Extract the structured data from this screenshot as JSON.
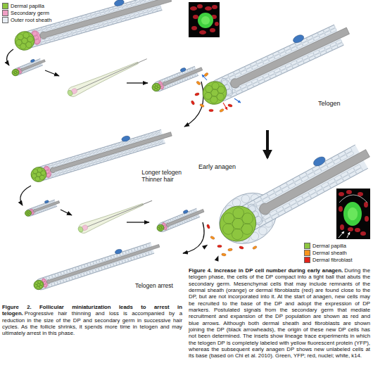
{
  "diagram": {
    "nodes": [
      {
        "text": [
          "Longer telogen",
          "Thinner hair"
        ]
      },
      {
        "text": [
          "Telogen arrest"
        ]
      },
      {
        "text": [
          "Telogen"
        ]
      },
      {
        "text": [
          "Early anagen"
        ]
      }
    ],
    "edges": [
      {
        "from": 2,
        "to": 3,
        "arrow": "to"
      }
    ],
    "labels": [
      "Figure 2. Follicular miniaturization leads to arrest in telogen.",
      "Progressive hair thinning and loss is accompanied by a reduction in the size of the DP and secondary germ in successive hair cycles. As the follicle shrinks, it spends more time in telogen and may ultimately arrest in this phase.",
      "Figure 4. Increase in DP cell number during early anagen.",
      "During the telogen phase, the cells of the DP compact into a tight ball that abuts the secondary germ. Mesenchymal cells that may include remnants of the dermal sheath (orange) or dermal fibroblasts (red) are found close to the DP, but are not incorporated into it. At the start of anagen, new cells may be recruited to the base of the DP and adopt the expression of DP markers. Postulated signals from the secondary germ that mediate recruitment and expansion of the DP population are shown as red and blue arrows. Although both dermal sheath and fibroblasts are shown joining the DP (black arrowheads), the origin of these new DP cells has not been determined. The insets show lineage trace experiments in which the telogen DP is completely labeled with yellow fluorescent protein (YFP), whereas the subsequent early anagen DP shows new unlabeled cells at its base (based on Chi et al. 2010). Green, YFP; red, nuclei; white, k14."
    ],
    "legend": [
      {
        "text": "Dermal papilla",
        "color": "#8dc63f"
      },
      {
        "text": "Secondary germ",
        "color": "#ef9fc4"
      },
      {
        "text": "Outer root sheath",
        "color": "#e8eef5"
      },
      {
        "text": "Dermal papilla",
        "color": "#8dc63f"
      },
      {
        "text": "Dermal sheath",
        "color": "#f7941d"
      },
      {
        "text": "Dermal fibroblast",
        "color": "#e2231a"
      }
    ]
  }
}
